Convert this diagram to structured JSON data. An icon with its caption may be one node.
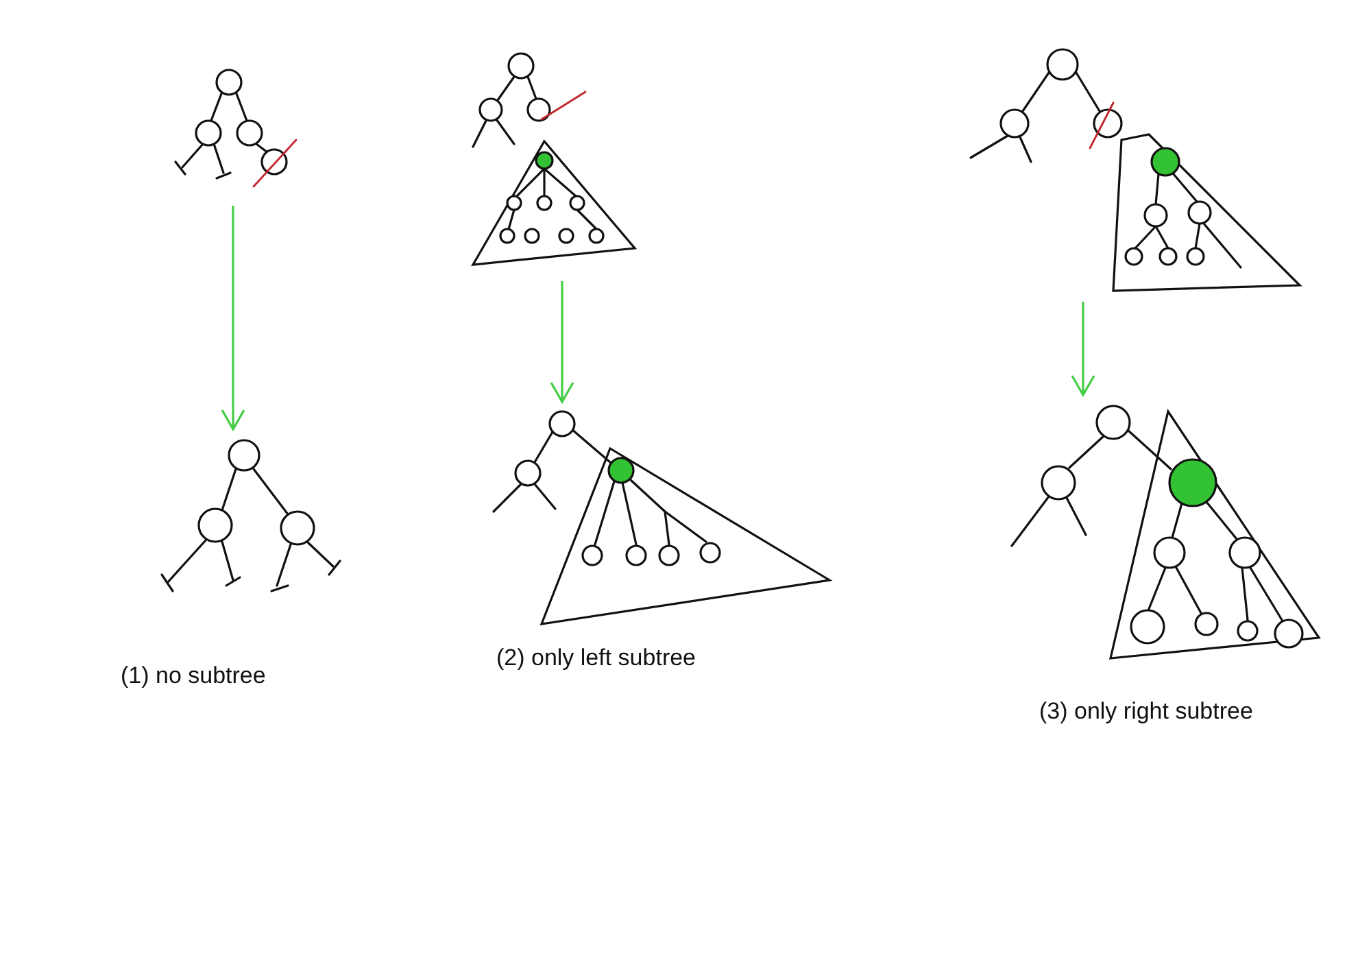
{
  "diagram": {
    "nodes": [
      {
        "text": [],
        "shape": "picture"
      },
      {
        "text": [],
        "shape": "picture"
      },
      {
        "text": [],
        "shape": "picture"
      },
      {
        "text": [],
        "shape": "picture",
        "beside": [
          "(1) no subtree"
        ]
      },
      {
        "text": [],
        "shape": "picture",
        "beside": [
          "(2) only left subtree"
        ]
      },
      {
        "text": [],
        "shape": "picture",
        "beside": [
          "(3) only right subtree"
        ]
      }
    ],
    "edges": [
      {
        "from": 0,
        "to": 3,
        "arrow": "to"
      },
      {
        "from": 1,
        "to": 4,
        "arrow": "to"
      },
      {
        "from": 2,
        "to": 5,
        "arrow": "to"
      }
    ]
  }
}
